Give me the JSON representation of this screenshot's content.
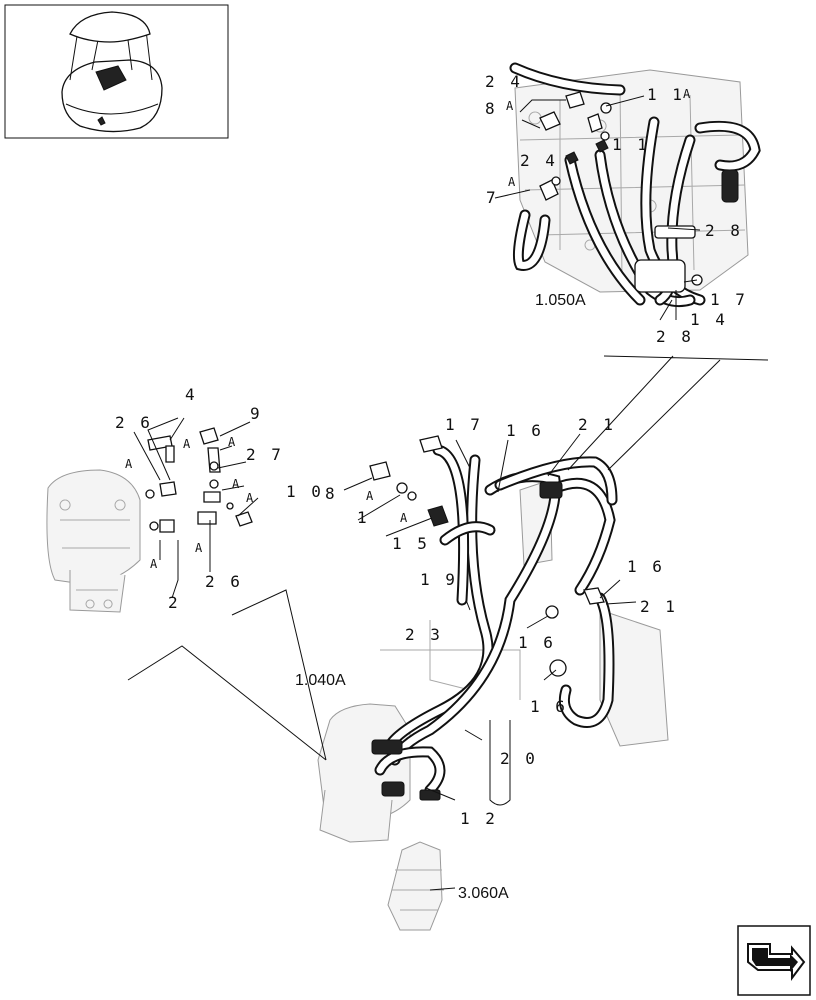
{
  "callouts": [
    {
      "id": "c-24-top",
      "text": "2 4"
    },
    {
      "id": "c-8-top",
      "text": "8"
    },
    {
      "id": "c-A-8top",
      "text": "A"
    },
    {
      "id": "c-11-a",
      "text": "1 1"
    },
    {
      "id": "c-A-11",
      "text": "A"
    },
    {
      "id": "c-11-b",
      "text": "1 1"
    },
    {
      "id": "c-24-mid",
      "text": "2 4"
    },
    {
      "id": "c-A-7",
      "text": "A"
    },
    {
      "id": "c-7",
      "text": "7"
    },
    {
      "id": "c-28-a",
      "text": "2 8"
    },
    {
      "id": "c-17-top",
      "text": "1 7"
    },
    {
      "id": "c-14",
      "text": "1 4"
    },
    {
      "id": "c-28-b",
      "text": "2 8"
    },
    {
      "id": "c-4",
      "text": "4"
    },
    {
      "id": "c-9",
      "text": "9"
    },
    {
      "id": "c-26-a",
      "text": "2 6"
    },
    {
      "id": "c-A-4",
      "text": "A"
    },
    {
      "id": "c-A-9",
      "text": "A"
    },
    {
      "id": "c-27",
      "text": "2 7"
    },
    {
      "id": "c-A-26a",
      "text": "A"
    },
    {
      "id": "c-A-27",
      "text": "A"
    },
    {
      "id": "c-A-10",
      "text": "A"
    },
    {
      "id": "c-10",
      "text": "1 0"
    },
    {
      "id": "c-A-vert1",
      "text": "A"
    },
    {
      "id": "c-A-vert2",
      "text": "A"
    },
    {
      "id": "c-26-b",
      "text": "2 6"
    },
    {
      "id": "c-2",
      "text": "2"
    },
    {
      "id": "c-8-mid",
      "text": "8"
    },
    {
      "id": "c-A-8mid",
      "text": "A"
    },
    {
      "id": "c-1",
      "text": "1"
    },
    {
      "id": "c-A-1",
      "text": "A"
    },
    {
      "id": "c-15",
      "text": "1 5"
    },
    {
      "id": "c-19",
      "text": "1 9"
    },
    {
      "id": "c-17-mid",
      "text": "1 7"
    },
    {
      "id": "c-16-a",
      "text": "1 6"
    },
    {
      "id": "c-21-a",
      "text": "2 1"
    },
    {
      "id": "c-16-b",
      "text": "1 6"
    },
    {
      "id": "c-21-b",
      "text": "2 1"
    },
    {
      "id": "c-16-c",
      "text": "1 6"
    },
    {
      "id": "c-23",
      "text": "2 3"
    },
    {
      "id": "c-16-d",
      "text": "1 6"
    },
    {
      "id": "c-20",
      "text": "2 0"
    },
    {
      "id": "c-12",
      "text": "1 2"
    }
  ],
  "references": {
    "ref_top": "1.050A",
    "ref_left": "1.040A",
    "ref_bottom": "3.060A"
  },
  "icons": {
    "thumbnail": "machine-overview-thumbnail",
    "nav": "next-page-arrow-icon"
  }
}
